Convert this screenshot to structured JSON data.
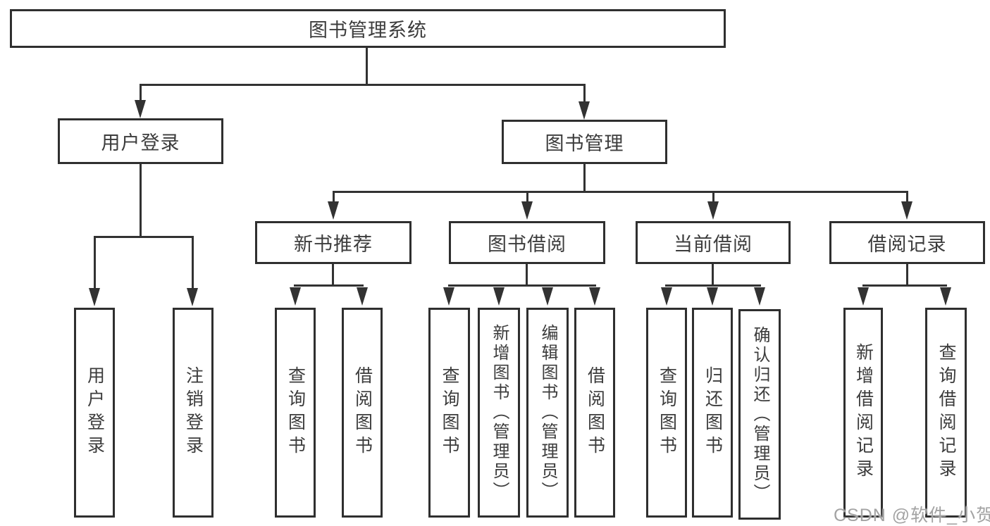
{
  "diagram_title": "图书管理系统",
  "watermark": {
    "text": "CSDN @软件_小贺同学",
    "color": "#a3a3a3"
  },
  "colors": {
    "line": "#323232",
    "box_border": "#2f2f2f",
    "text": "#3c3c3c",
    "background": "#ffffff"
  },
  "tree": {
    "label": "图书管理系统",
    "children": [
      {
        "label": "用户登录",
        "children": [
          {
            "label": "用户登录"
          },
          {
            "label": "注销登录"
          }
        ]
      },
      {
        "label": "图书管理",
        "children": [
          {
            "label": "新书推荐",
            "children": [
              {
                "label": "查询图书"
              },
              {
                "label": "借阅图书"
              }
            ]
          },
          {
            "label": "图书借阅",
            "children": [
              {
                "label": "查询图书"
              },
              {
                "label": "新增图书（管理员）"
              },
              {
                "label": "编辑图书（管理员）"
              },
              {
                "label": "借阅图书"
              }
            ]
          },
          {
            "label": "当前借阅",
            "children": [
              {
                "label": "查询图书"
              },
              {
                "label": "归还图书"
              },
              {
                "label": "确认归还（管理员）"
              }
            ]
          },
          {
            "label": "借阅记录",
            "children": [
              {
                "label": "新增借阅记录"
              },
              {
                "label": "查询借阅记录"
              }
            ]
          }
        ]
      }
    ]
  }
}
